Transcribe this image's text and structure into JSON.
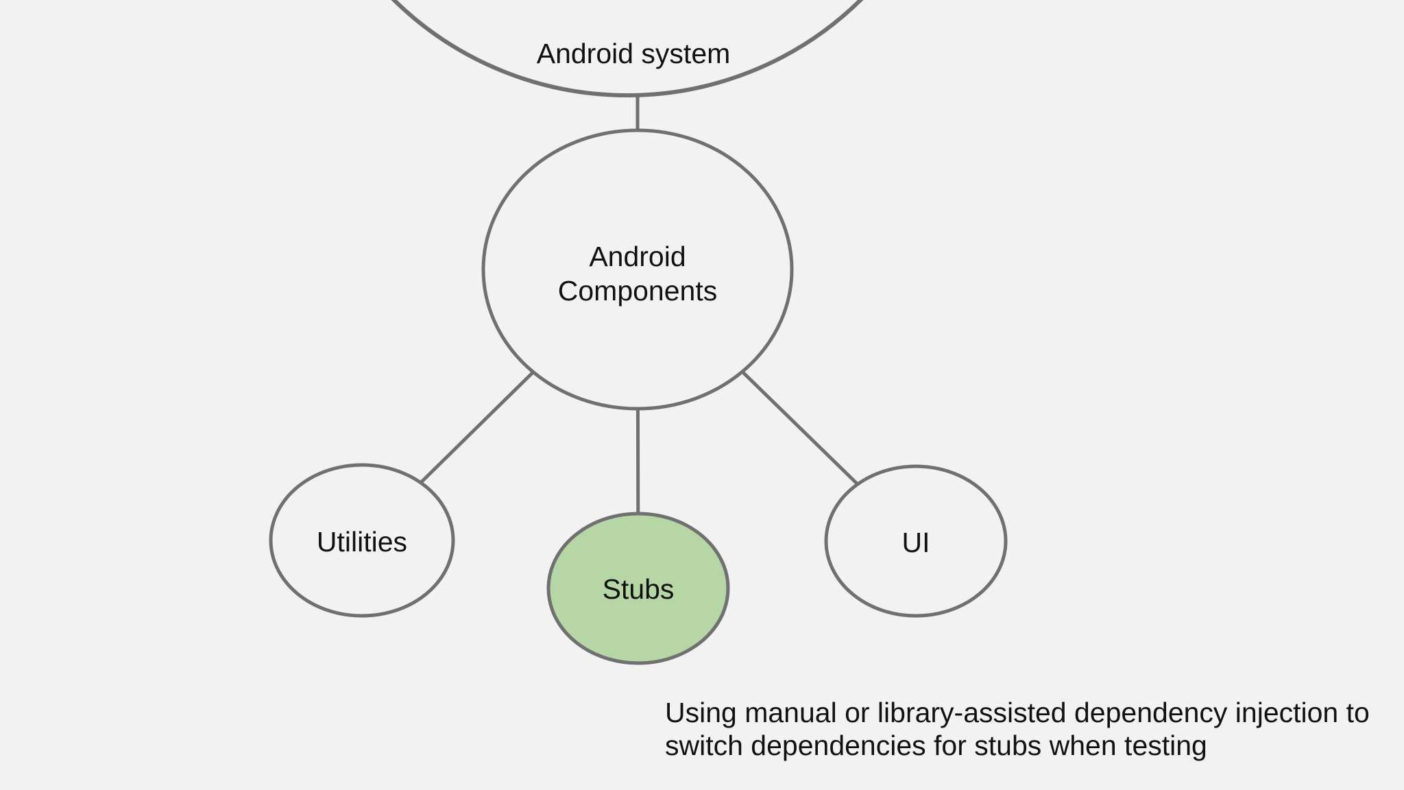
{
  "page": {
    "background_color": "#f2f2f2",
    "stroke_color": "#707070",
    "text_color": "#111111",
    "node_fill_color": "#f2f2f2",
    "highlight_fill_color": "#b6d6a6"
  },
  "diagram": {
    "nodes": {
      "android_system": {
        "label": "Android system"
      },
      "android_components": {
        "line1": "Android",
        "line2": "Components"
      },
      "utilities": {
        "label": "Utilities"
      },
      "stubs": {
        "label": "Stubs"
      },
      "ui": {
        "label": "UI"
      }
    }
  },
  "caption": {
    "line1": "Using manual or library-assisted dependency injection to",
    "line2": "switch dependencies for stubs when testing"
  }
}
